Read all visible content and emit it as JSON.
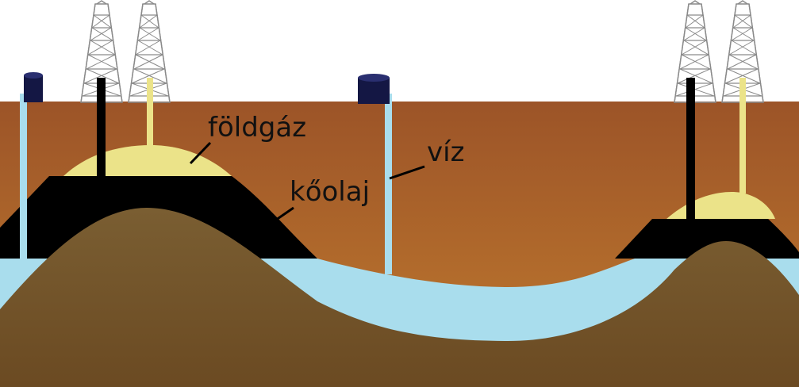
{
  "labels": {
    "gas": "földgáz",
    "oil": "kőolaj",
    "water": "víz"
  },
  "colors": {
    "sky": "#ffffff",
    "rock_top": "#9c5428",
    "rock_bottom": "#c07a2e",
    "gas": "#ebe389",
    "oil": "#000000",
    "water": "#a9dded",
    "dome": "#7a5e32",
    "dome_bottom": "#6b4a22",
    "tank": "#141744",
    "derrick": "#888888"
  },
  "icons": {
    "derrick": "oil-derrick-icon",
    "tank": "storage-tank-icon"
  }
}
